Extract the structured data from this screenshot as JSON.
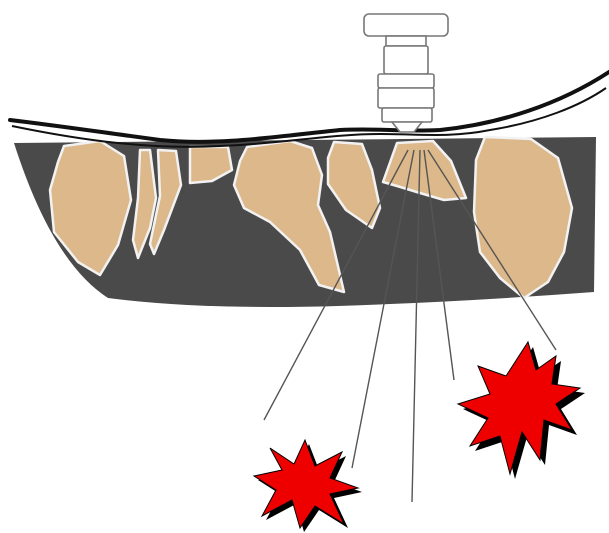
{
  "colors": {
    "background": "#ffffff",
    "rock_layer": "#4a4a4a",
    "fragment_fill": "#dcb88a",
    "fragment_outline": "#f2f2f2",
    "surface_line": "#111111",
    "ray_line": "#555555",
    "scope_outline": "#777777",
    "burst_fill": "#ee0000",
    "burst_shadow": "#000000"
  },
  "icons": {
    "instrument": "microscope-objective-icon",
    "burst": "starburst-explosion-icon"
  },
  "counts": {
    "fragments": 8,
    "rays": 5,
    "bursts": 2
  }
}
